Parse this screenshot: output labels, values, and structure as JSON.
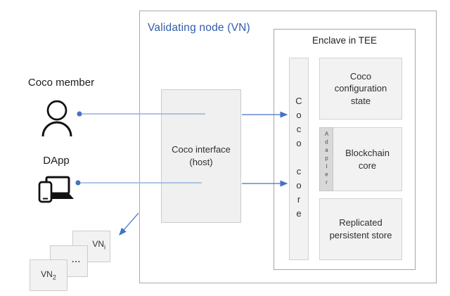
{
  "diagram": {
    "title": "Validating node (VN)",
    "actors": {
      "member": {
        "label": "Coco member"
      },
      "dapp": {
        "label": "DApp"
      }
    },
    "host": {
      "label": "Coco interface",
      "sublabel": "(host)"
    },
    "enclave": {
      "title": "Enclave in TEE",
      "coco_core": "Coco core",
      "adapter": "Adapter",
      "config_state": "Coco configuration state",
      "blockchain_core": "Blockchain core",
      "replicated_store": "Replicated persistent store"
    },
    "vn_stack": {
      "vn_i": {
        "main": "VN",
        "sub": "i"
      },
      "mid": {
        "main": "..."
      },
      "vn_2": {
        "main": "VN",
        "sub": "2"
      }
    },
    "colors": {
      "title_blue": "#305CA8",
      "arrow_blue": "#4472C4",
      "light_line_blue": "#A3BCE1",
      "box_fill": "#F2F2F2",
      "adapter_fill": "#D9D9D9",
      "border_gray": "#A6A6A6"
    }
  }
}
